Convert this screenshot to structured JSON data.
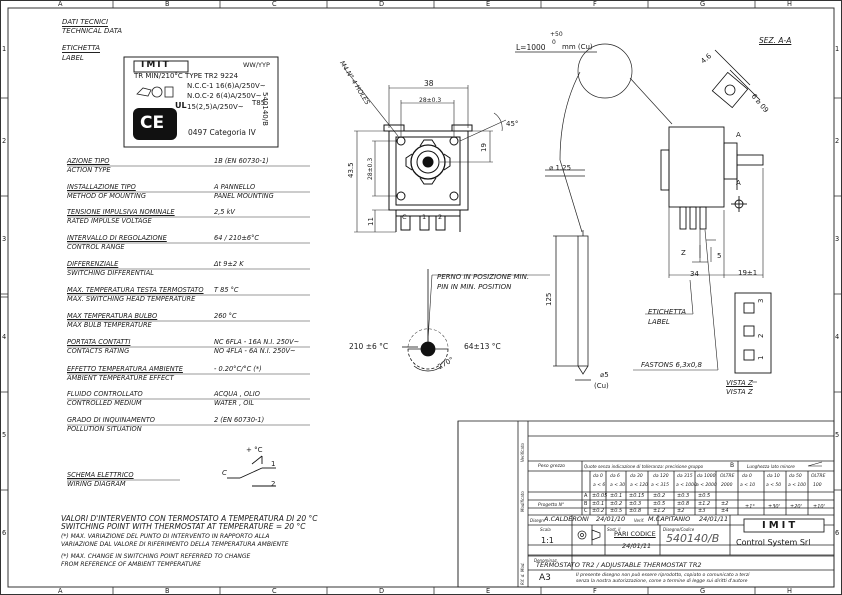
{
  "border": {
    "cols": [
      "A",
      "B",
      "C",
      "D",
      "E",
      "F",
      "G",
      "H"
    ],
    "rows": [
      "1",
      "2",
      "3",
      "4",
      "5",
      "6"
    ]
  },
  "header": {
    "dati": "DATI TECNICI",
    "technical": "TECHNICAL DATA",
    "etichetta": "ETICHETTA",
    "label": "LABEL"
  },
  "label_box": {
    "logo": "IMIT",
    "code": "WW/YYP",
    "line1": "TR MIN/210°C TYPE TR2 9224",
    "nc1": "N.C.C-1  16(6)A/250V~",
    "nc2": "N.O.C-2  6(4)A/250V~",
    "t85": "T85",
    "line4": "15(2,5)A/250V~",
    "cat": "0497 Categoria IV",
    "ce": "CE",
    "ul": "UL",
    "side": "540140/B"
  },
  "specs": [
    {
      "it": "AZIONE TIPO",
      "en": "ACTION TYPE",
      "it_val": "1B (EN 60730-1)",
      "en_val": ""
    },
    {
      "it": "INSTALLAZIONE TIPO",
      "en": "METHOD OF MOUNTING",
      "it_val": "A PANNELLO",
      "en_val": "PANEL MOUNTING"
    },
    {
      "it": "TENSIONE IMPULSIVA NOMINALE",
      "en": "RATED IMPULSE VOLTAGE",
      "it_val": "2,5 kV",
      "en_val": ""
    },
    {
      "it": "INTERVALLO DI REGOLAZIONE",
      "en": "CONTROL RANGE",
      "it_val": "64 / 210±6°C",
      "en_val": ""
    },
    {
      "it": "DIFFERENZIALE",
      "en": "SWITCHING DIFFERENTIAL",
      "it_val": "Δt 9±2 K",
      "en_val": ""
    },
    {
      "it": "MAX. TEMPERATURA TESTA TERMOSTATO",
      "en": "MAX. SWITCHING HEAD TEMPERATURE",
      "it_val": "T 85 °C",
      "en_val": ""
    },
    {
      "it": "MAX TEMPERATURA BULBO",
      "en": "MAX BULB TEMPERATURE",
      "it_val": "260 °C",
      "en_val": ""
    },
    {
      "it": "PORTATA CONTATTI",
      "en": "CONTACTS RATING",
      "it_val": "NC 6FLA - 16A N.I. 250V~",
      "en_val": "NO 4FLA -  6A N.I. 250V~"
    },
    {
      "it": "EFFETTO TEMPERATURA AMBIENTE",
      "en": "AMBIENT TEMPERATURE EFFECT",
      "it_val": "- 0.20°C/°C  (*)",
      "en_val": ""
    },
    {
      "it": "FLUIDO CONTROLLATO",
      "en": "CONTROLLED MEDIUM",
      "it_val": "ACQUA , OLIO",
      "en_val": "WATER , OIL"
    },
    {
      "it": "GRADO DI INQUINAMENTO",
      "en": "POLLUTION SITUATION",
      "it_val": "2 (EN 60730-1)",
      "en_val": ""
    }
  ],
  "wiring": {
    "it": "SCHEMA ELETTRICO",
    "en": "WIRING DIAGRAM",
    "plus": "+ °C",
    "c": "C",
    "one": "1",
    "two": "2"
  },
  "notes": {
    "l1": "VALORI D'INTERVENTO CON TERMOSTATO A TEMPERATURA DI 20 °C",
    "l2": "SWITCHING POINT WITH THERMOSTAT AT TEMPERATURE = 20 °C",
    "l3": "(*) MAX. VARIAZIONE DEL PUNTO DI INTERVENTO IN RAPPORTO ALLA",
    "l4": "VARIAZIONE DAL VALORE DI RIFERIMENTO DELLA TEMPERATURA AMBIENTE",
    "l5": "(*) MAX. CHANGE IN SWITCHING  POINT REFERRED TO CHANGE",
    "l6": "FROM REFERENCE OF AMBIENT TEMPERATURE"
  },
  "front": {
    "d38": "38",
    "d28": "28±0.3",
    "d435": "43.5",
    "d28v": "28±0.3",
    "d19": "19",
    "d11": "11",
    "holes": "M4 N° 4 HOLES",
    "ang": "45°",
    "c": "C",
    "one": "1",
    "two": "2"
  },
  "dial": {
    "perno_it": "PERNO IN POSIZIONE MIN.",
    "perno_en": "PIN  IN MIN. POSITION",
    "left": "210 ±6 °C",
    "right": "64±13 °C",
    "angle": "270°"
  },
  "capillary": {
    "len": "L=1000",
    "tol": "+50",
    "tol0": "0",
    "unit": "mm (Cu)",
    "dia": "⌀ 1.25",
    "d125": "125",
    "d5": "⌀5",
    "cu": "(Cu)"
  },
  "side": {
    "sez": "SEZ. A-A",
    "d46": "4.6",
    "d609": "6 ⌀ 09",
    "a1": "A",
    "a2": "A",
    "d34": "34",
    "d19": "19±1",
    "z": "Z",
    "five": "5",
    "etich_it": "ETICHETTA",
    "etich_en": "LABEL",
    "fastons": "FASTONS 6,3x0,8",
    "vista_it": "VISTA Z",
    "vista_en": "VISTA Z",
    "three": "3",
    "two": "2",
    "one": "1"
  },
  "title_block": {
    "verif": "Verificato",
    "modif": "Modificato",
    "peso": "Peso grezzo",
    "progetto": "Progetto N°",
    "quote": "Quote senza indicazione di tolleranza: precisione gruppo",
    "B": "B",
    "lung": "Lunghezza lato minore",
    "grp_head": [
      "da 0",
      "da 6",
      "da 30",
      "da 120",
      "da 315",
      "da 1000",
      "OLTRE"
    ],
    "grp_sub": [
      "a < 6",
      "a < 30",
      "a < 120",
      "a < 315",
      "a < 1000",
      "a < 2000",
      "2000"
    ],
    "row_A": [
      "A",
      "±0.05",
      "±0.1",
      "±0.15",
      "±0.2",
      "±0.3",
      "±0.5",
      ""
    ],
    "row_B": [
      "B",
      "±0.1",
      "±0.2",
      "±0.3",
      "±0.5",
      "±0.8",
      "±1.2",
      "±2"
    ],
    "row_C": [
      "C",
      "±0.2",
      "±0.5",
      "±0.8",
      "±1.2",
      "±2",
      "±3",
      "±4"
    ],
    "ang_head": [
      "da 0",
      "da 10",
      "da 50",
      "OLTRE"
    ],
    "ang_sub": [
      "a < 10",
      "a < 50",
      "a < 100",
      "100"
    ],
    "ang_vals": [
      "±1°",
      "±30'",
      "±20'",
      "±10'"
    ],
    "disegno": "Disegn.",
    "disegnatore": "A.CALDERONI",
    "date1": "24/01/10",
    "verif2": "Verif.",
    "verificatore": "M.CAPITANIO",
    "date2": "24/01/11",
    "scala_l": "Scala",
    "scala": "1:1",
    "sost": "Sost. il",
    "pari": "PARI CODICE",
    "date3": "24/01/11",
    "disegno_codice": "Disegno/Codice",
    "codice": "540140/B",
    "logo": "IMIT",
    "company": "Control System Srl",
    "denom": "Denominaz.",
    "title": "TERMOSTATO TR2 / ADJUSTABLE THERMOSTAT TR2",
    "format": "A3",
    "legal1": "Il presente disegno non può essere riprodotto, copiato o comunicato a terzi",
    "legal2": "senza la nostra autorizzazione, come a termine di legge sui diritti d'autore",
    "rif": "Rif. d.",
    "mod": "Mod."
  }
}
